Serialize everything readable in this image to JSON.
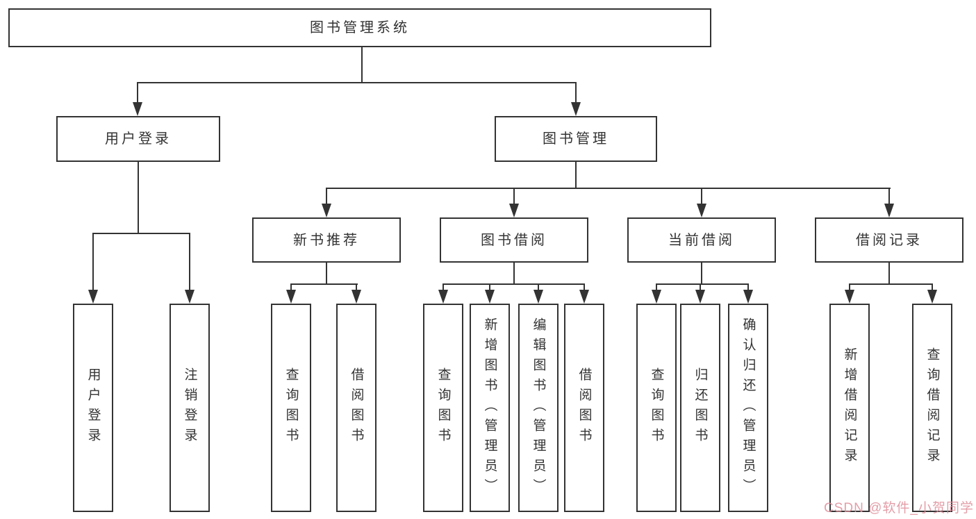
{
  "root_label": "图书管理系统",
  "level2": {
    "user_login": "用户登录",
    "book_management": "图书管理"
  },
  "level3": [
    "新书推荐",
    "图书借阅",
    "当前借阅",
    "借阅记录"
  ],
  "leaf_groups": {
    "user": [
      "用户登录",
      "注销登录"
    ],
    "recommend": [
      "查询图书",
      "借阅图书"
    ],
    "borrow": [
      "查询图书",
      "新增图书（管理员）",
      "编辑图书（管理员）",
      "借阅图书"
    ],
    "current": [
      "查询图书",
      "归还图书",
      "确认归还（管理员）"
    ],
    "records": [
      "新增借阅记录",
      "查询借阅记录"
    ]
  },
  "watermark": "CSDN @软件_小贺同学",
  "colors": {
    "line": "#333333",
    "text": "#333333",
    "watermark": "#de8d99",
    "background": "#ffffff"
  }
}
